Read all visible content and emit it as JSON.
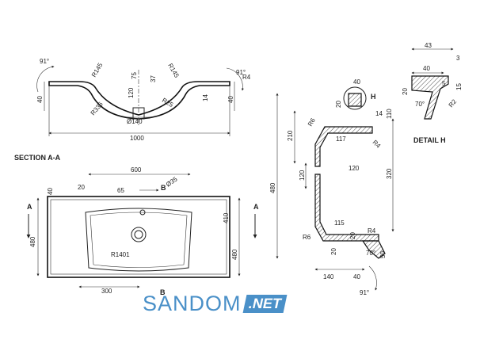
{
  "labels": {
    "section": "SECTION A-A",
    "detail": "DETAIL H",
    "a_left": "A",
    "a_right": "A",
    "b_top": "B",
    "b_bottom": "B",
    "h_mark": "H"
  },
  "dimensions": {
    "top": {
      "angle_left": "91°",
      "angle_right": "91°",
      "r145a": "R145",
      "r145b": "R145",
      "d75": "75",
      "d37": "37",
      "d120": "120",
      "r336": "R336",
      "r25": "R25",
      "d140": "Ø140",
      "h40l": "40",
      "h40r": "40",
      "d14": "14",
      "r4": "R4",
      "width": "1000"
    },
    "plan": {
      "d600": "600",
      "d40": "40",
      "d20": "20",
      "d65": "65",
      "d35": "Ø35",
      "d410": "410",
      "d480l": "480",
      "d480r": "480",
      "r1401": "R1401",
      "d300": "300"
    },
    "side": {
      "d40": "40",
      "d20a": "20",
      "d110": "110",
      "d14": "14",
      "r6a": "R6",
      "r4a": "R4",
      "d117": "117",
      "d210": "210",
      "d480": "480",
      "d320": "320",
      "d120a": "120",
      "d120b": "120",
      "d115": "115",
      "r6b": "R6",
      "r4b": "R4",
      "d20b": "20",
      "d20c": "20",
      "d70": "70°",
      "d50": "50",
      "d140": "140",
      "d40b": "40",
      "angle91": "91°"
    },
    "detail": {
      "d43": "43",
      "d3": "3",
      "d40": "40",
      "d20": "20",
      "d5": "5",
      "d15": "15",
      "d70": "70°",
      "r2": "R2"
    }
  },
  "logo": {
    "main": "SANDOM",
    "net": ".NET"
  }
}
